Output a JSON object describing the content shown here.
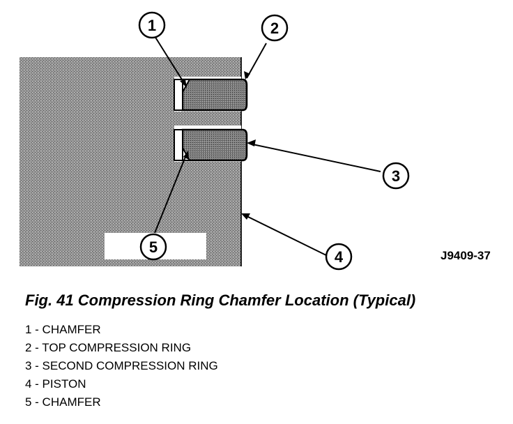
{
  "diagram": {
    "figure_id": "J9409-37",
    "callouts": [
      "1",
      "2",
      "3",
      "4",
      "5"
    ]
  },
  "caption": "Fig. 41 Compression Ring Chamfer Location (Typical)",
  "legend": [
    "1 - CHAMFER",
    "2 - TOP COMPRESSION RING",
    "3 - SECOND COMPRESSION RING",
    "4 - PISTON",
    "5 - CHAMFER"
  ],
  "colors": {
    "piston_fill": "#8c8c8c",
    "ring_fill": "#7a7a7a",
    "outline": "#000000"
  }
}
